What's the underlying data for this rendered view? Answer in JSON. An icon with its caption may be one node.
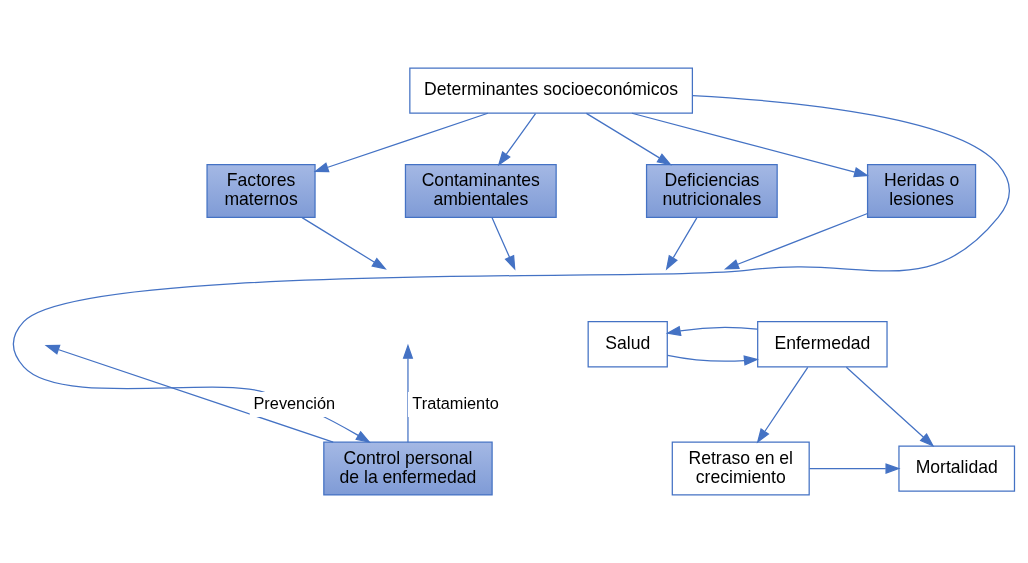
{
  "diagram": {
    "nodes": [
      {
        "text": [
          "Determinantes socioeconómicos"
        ]
      },
      {
        "text": [
          "Factores maternos"
        ]
      },
      {
        "text": [
          "Contaminantes ambientales"
        ]
      },
      {
        "text": [
          "Deficiencias nutricionales"
        ]
      },
      {
        "text": [
          "Heridas o lesiones"
        ]
      },
      {
        "text": [
          "Salud"
        ]
      },
      {
        "text": [
          "Enfermedad"
        ]
      },
      {
        "text": [
          "Retraso en el crecimiento"
        ]
      },
      {
        "text": [
          "Mortalidad"
        ]
      },
      {
        "text": [
          "Control personal de la enfermedad"
        ]
      }
    ],
    "edges": [
      {
        "from": 0,
        "to": 1,
        "arrow": "to"
      },
      {
        "from": 0,
        "to": 2,
        "arrow": "to"
      },
      {
        "from": 0,
        "to": 3,
        "arrow": "to"
      },
      {
        "from": 0,
        "to": 4,
        "arrow": "to"
      },
      {
        "from": 0,
        "to": 9,
        "arrow": "to"
      },
      {
        "from": 1,
        "to": null,
        "arrow": "to"
      },
      {
        "from": 2,
        "to": null,
        "arrow": "to"
      },
      {
        "from": 3,
        "to": null,
        "arrow": "to"
      },
      {
        "from": 4,
        "to": null,
        "arrow": "to"
      },
      {
        "from": 5,
        "to": 6,
        "arrow": "to"
      },
      {
        "from": 6,
        "to": 5,
        "arrow": "to"
      },
      {
        "from": 6,
        "to": 7,
        "arrow": "to"
      },
      {
        "from": 6,
        "to": 8,
        "arrow": "to"
      },
      {
        "from": 7,
        "to": 8,
        "arrow": "to"
      },
      {
        "from": 9,
        "to": null,
        "label": "Prevención",
        "arrow": "to"
      },
      {
        "from": 9,
        "to": null,
        "label": "Tratamiento",
        "arrow": "to"
      }
    ]
  }
}
